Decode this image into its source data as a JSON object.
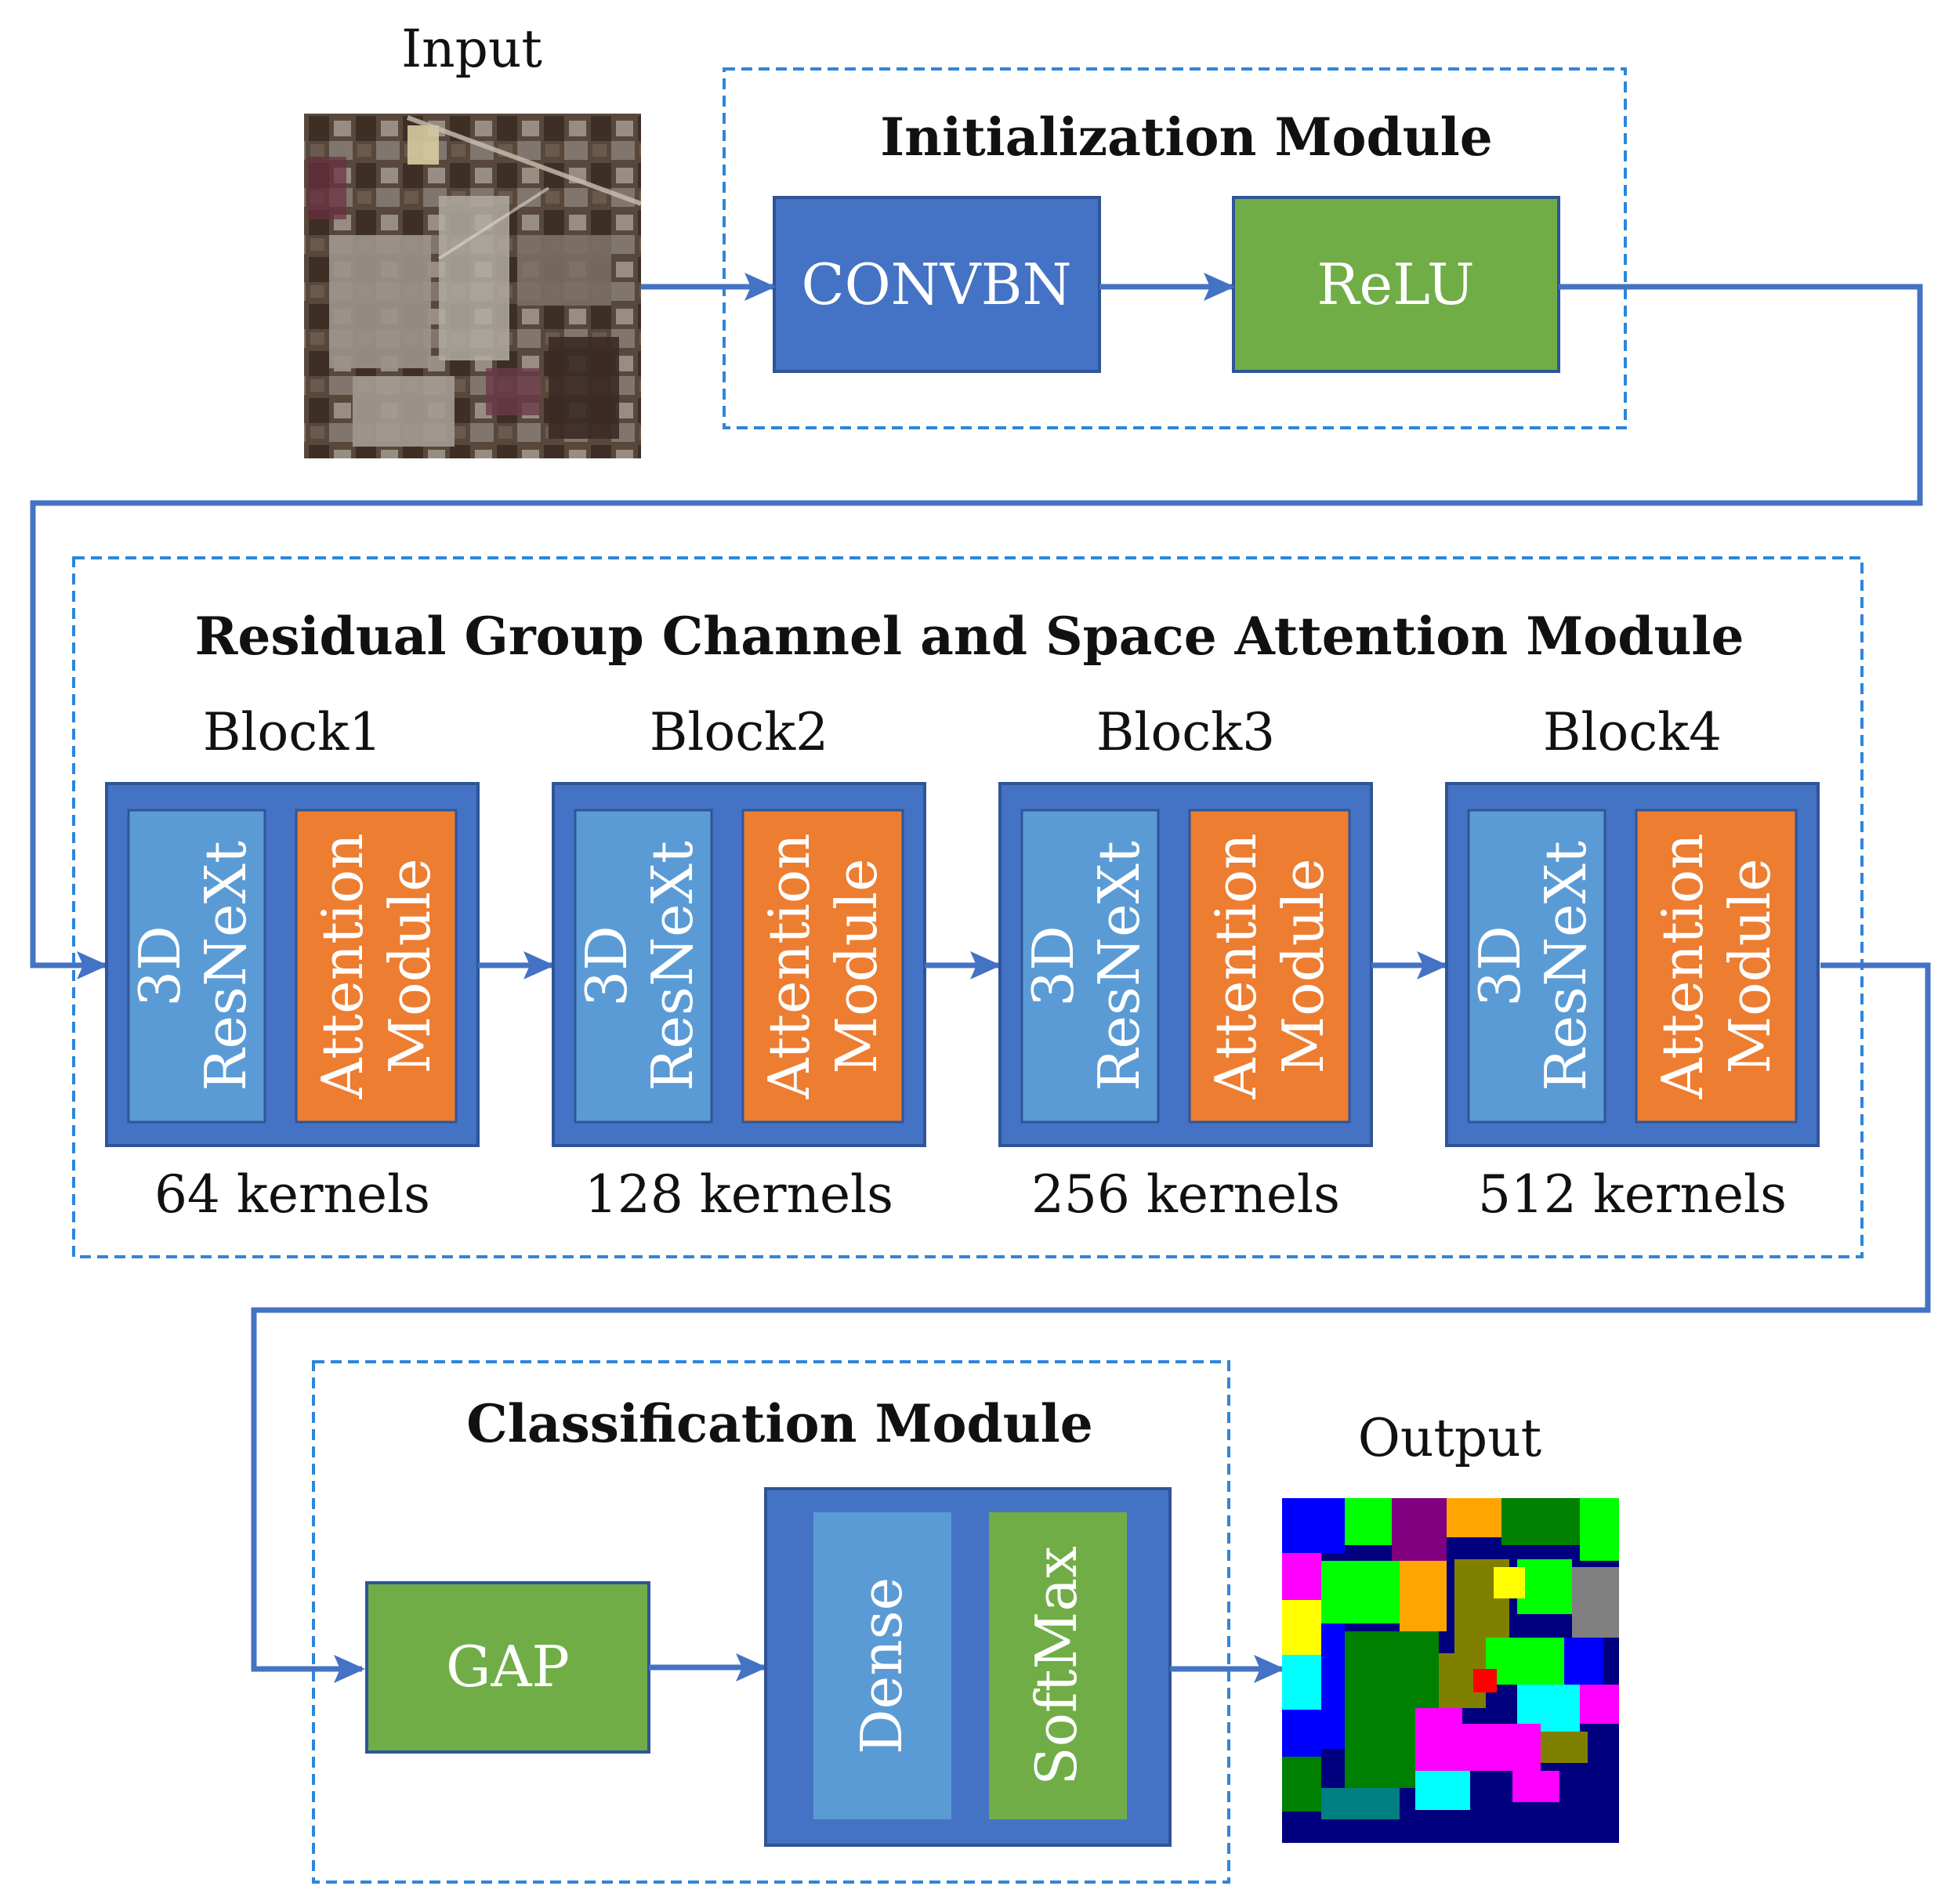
{
  "input": {
    "label": "Input"
  },
  "output": {
    "label": "Output"
  },
  "initialization_module": {
    "title": "Initialization Module",
    "conv_label": "CONVBN",
    "relu_label": "ReLU"
  },
  "attention_module": {
    "title": "Residual Group Channel and Space Attention Module",
    "blocks": [
      {
        "name": "Block1",
        "resnext_line1": "3D",
        "resnext_line2": "ResNeXt",
        "attn_line1": "Attention",
        "attn_line2": "Module",
        "kernels": "64 kernels"
      },
      {
        "name": "Block2",
        "resnext_line1": "3D",
        "resnext_line2": "ResNeXt",
        "attn_line1": "Attention",
        "attn_line2": "Module",
        "kernels": "128 kernels"
      },
      {
        "name": "Block3",
        "resnext_line1": "3D",
        "resnext_line2": "ResNeXt",
        "attn_line1": "Attention",
        "attn_line2": "Module",
        "kernels": "256 kernels"
      },
      {
        "name": "Block4",
        "resnext_line1": "3D",
        "resnext_line2": "ResNeXt",
        "attn_line1": "Attention",
        "attn_line2": "Module",
        "kernels": "512 kernels"
      }
    ]
  },
  "classification_module": {
    "title": "Classification Module",
    "gap_label": "GAP",
    "dense_label": "Dense",
    "softmax_label": "SoftMax"
  },
  "colors": {
    "arrow": "#4472c4",
    "dashed_border": "#2e86d8",
    "dark_blue": "#4472c4",
    "light_blue": "#5b9bd5",
    "green": "#70ad47",
    "orange": "#ed7d31"
  }
}
